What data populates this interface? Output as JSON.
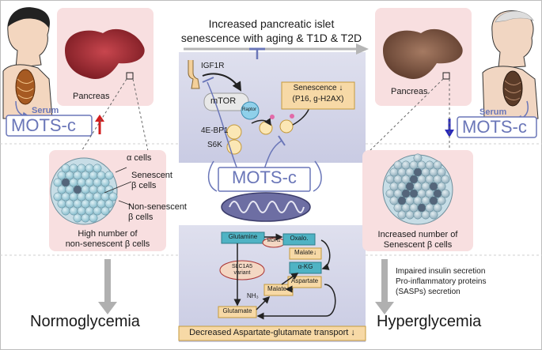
{
  "header": {
    "line1": "Increased pancreatic islet",
    "line2": "senescence with aging & T1D & T2D"
  },
  "left": {
    "organ_label": "Pancreas",
    "serum_label": "Serum",
    "mots_label": "MOTS-c",
    "cell_labels": {
      "alpha": "α cells",
      "senescent_1": "Senescent",
      "senescent_2": "β cells",
      "nonsen_1": "Non-senescent",
      "nonsen_2": "β cells"
    },
    "caption_1": "High number of",
    "caption_2": "non-senescent β cells",
    "outcome": "Normoglycemia"
  },
  "right": {
    "organ_label": "Pancreas",
    "serum_label": "Serum",
    "mots_label": "MOTS-c",
    "caption_1": "Increased number of",
    "caption_2": "Senescent β cells",
    "effects": [
      "Impaired insulin secretion",
      "Pro-inflammatory proteins",
      "(SASPs) secretion"
    ],
    "outcome": "Hyperglycemia"
  },
  "center": {
    "igf1r": "IGF1R",
    "mtor": "mTOR",
    "raptor": "Raptor",
    "ebp1": "4E-BP1",
    "s6k": "S6K",
    "senescence_1": "Senescence ↓",
    "senescence_2": "(P16, g-H2AX)",
    "mots_main": "MOTS-c",
    "metabolism": {
      "glutamine": "Glutamine",
      "mdh1": "MDH1",
      "oxalo": "Oxalo.",
      "malate_top": "Malate↓",
      "slc1": "SLC1A5",
      "slc2": "variant",
      "akg": "α-KG",
      "nh3": "NH₃",
      "malate_mid": "Malate↓",
      "aspartate": "Aspartate",
      "glutamate": "Glutamate"
    },
    "bottom_banner": "Decreased Aspartate-glutamate transport ↓"
  },
  "colors": {
    "accent": "#6a76b8",
    "up_arrow": "#d11d1d",
    "down_arrow": "#2a2ab8",
    "pink_panel": "#f8dfe0",
    "orange_box": "#f7d9a6",
    "teal_box": "#4fb3c4"
  }
}
